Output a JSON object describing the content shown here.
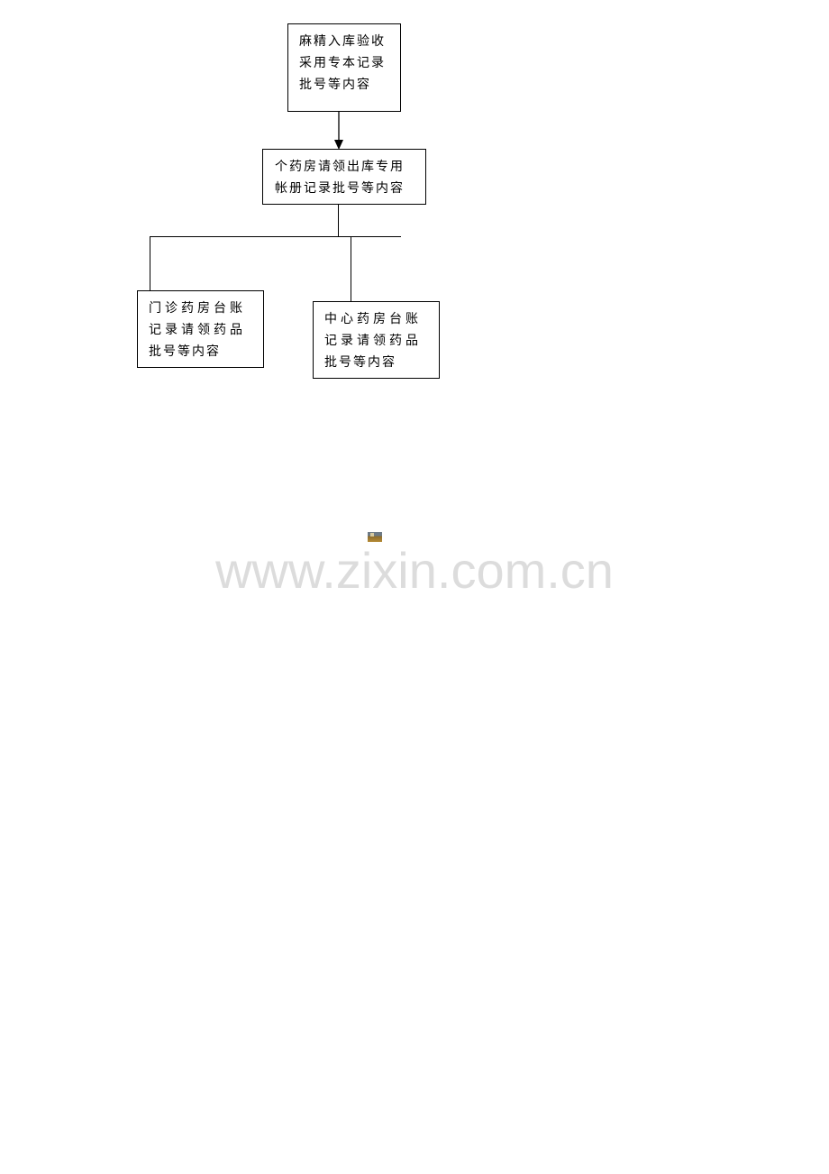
{
  "nodes": {
    "top": {
      "lines": [
        "麻精入库验收",
        "采用专本记录",
        "批号等内容"
      ]
    },
    "middle": {
      "lines": [
        "个药房请领出库专用",
        "帐册记录批号等内容"
      ]
    },
    "left": {
      "lines": [
        "门诊药房台账",
        "记录请领药品",
        "批号等内容"
      ]
    },
    "right": {
      "lines": [
        "中心药房台账",
        "记录请领药品",
        "批号等内容"
      ]
    }
  },
  "watermark": "www.zixin.com.cn"
}
